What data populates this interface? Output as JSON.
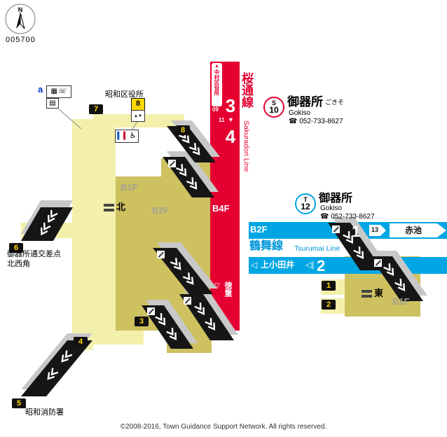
{
  "meta": {
    "compass_label": "N",
    "map_id": "005700",
    "copyright": "©2008-2016, Town Guidance Support Network. All rights reserved."
  },
  "sakuradori": {
    "line_name": "桜通線",
    "line_name_en": "Sakuradori Line",
    "floor_label": "B4F",
    "dir_up": {
      "dest": "中村区役所",
      "code": "09"
    },
    "dir_down": {
      "dest": "徳重",
      "code": "11"
    },
    "platform_3": "3",
    "platform_4": "4",
    "station": {
      "letter": "S",
      "number": "10",
      "name": "御器所",
      "kana": "ごきそ",
      "romaji": "Gokiso",
      "tel": "052-733-8627"
    }
  },
  "tsurumai": {
    "line_name": "鶴舞線",
    "line_name_en": "Tsurumai Line",
    "floor_label": "B2F",
    "dir_right": {
      "dest": "赤池",
      "code": "13"
    },
    "dir_left": {
      "dest": "上小田井"
    },
    "platform_1": "1",
    "platform_2": "2",
    "station": {
      "letter": "T",
      "number": "12",
      "name": "御器所",
      "romaji": "Gokiso",
      "tel": "052-733-8627"
    }
  },
  "exits": {
    "e1": "1",
    "e2": "2",
    "e3": "3",
    "e4": "4",
    "e5": "5",
    "e6": "6",
    "e7": "7",
    "e8": "8"
  },
  "landmarks": {
    "ward_office": "昭和区役所",
    "crossing_line1": "御器所通交差点",
    "crossing_line2": "北西角",
    "fire_station": "昭和消防署"
  },
  "floors": {
    "west_b1f": "B1F",
    "west_b2f": "B2F",
    "east_b1f": "B1F"
  },
  "gates": {
    "north": "北",
    "east": "東"
  },
  "facility": {
    "label_a": "a",
    "elevator_exit": "8"
  },
  "icons": {
    "phone": "☎",
    "up_arrow": "▲",
    "down_arrow": "▼",
    "down_arrow_outline": "▽",
    "left_arrow_outline": "◁",
    "left_terminus": "◁|",
    "locker": "▦",
    "payphone": "☏",
    "fare_adjust": "▤",
    "wheelchair": "♿",
    "person_male": "▍",
    "person_female": "▍",
    "elevator_arrows": "▲▼"
  }
}
